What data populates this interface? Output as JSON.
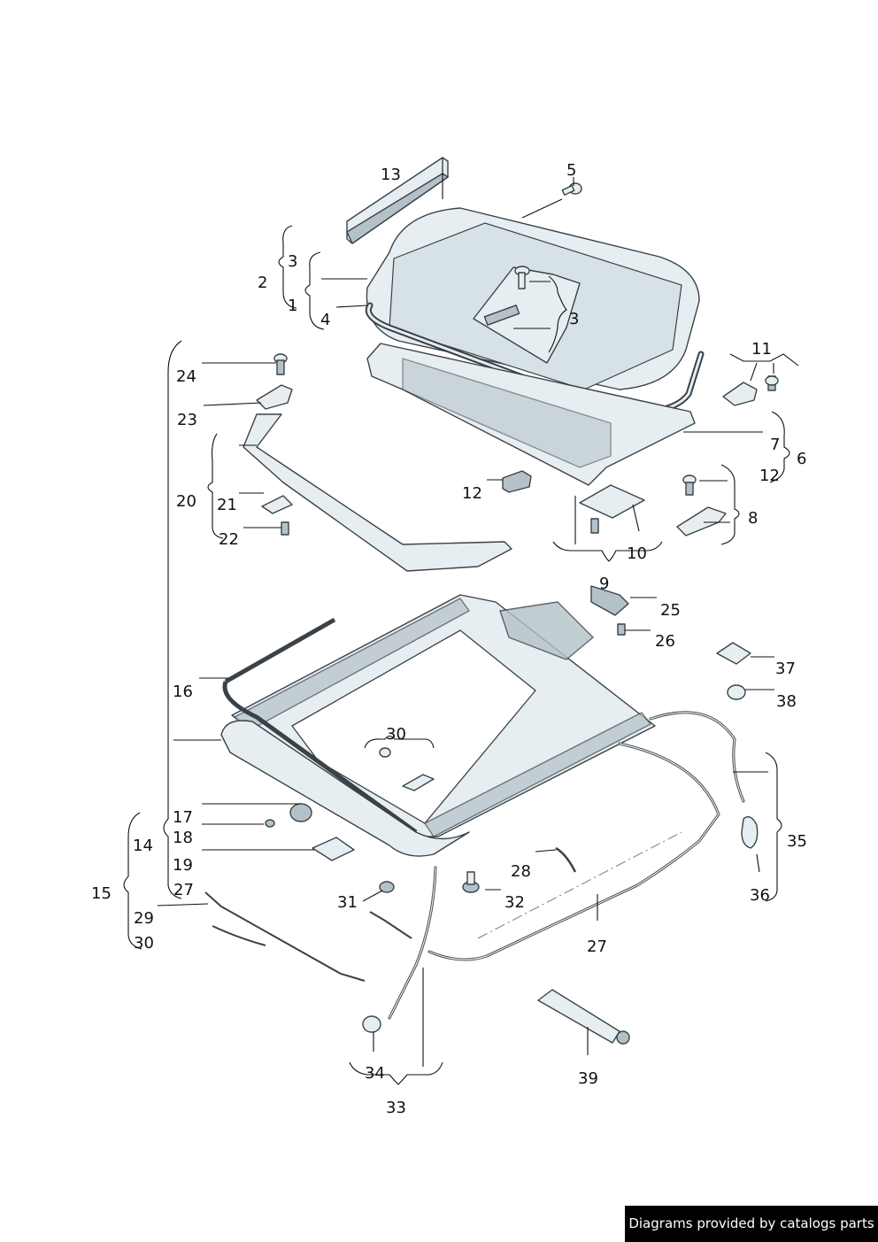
{
  "callouts": {
    "c13": "13",
    "c5": "5",
    "c3a": "3",
    "c2": "2",
    "c1": "1",
    "c4": "4",
    "c3b": "3",
    "c11": "11",
    "c24": "24",
    "c23": "23",
    "c7": "7",
    "c6": "6",
    "c12a": "12",
    "c12b": "12",
    "c20": "20",
    "c21": "21",
    "c22": "22",
    "c8": "8",
    "c10": "10",
    "c9": "9",
    "c25": "25",
    "c26": "26",
    "c37": "37",
    "c38": "38",
    "c16": "16",
    "c30a": "30",
    "c17": "17",
    "c18": "18",
    "c14": "14",
    "c19": "19",
    "c15": "15",
    "c27a": "27",
    "c28": "28",
    "c31": "31",
    "c32": "32",
    "c29": "29",
    "c30b": "30",
    "c27b": "27",
    "c35": "35",
    "c36": "36",
    "c34": "34",
    "c33": "33",
    "c39": "39"
  },
  "footer": {
    "credit": "Diagrams provided by catalogs parts"
  }
}
